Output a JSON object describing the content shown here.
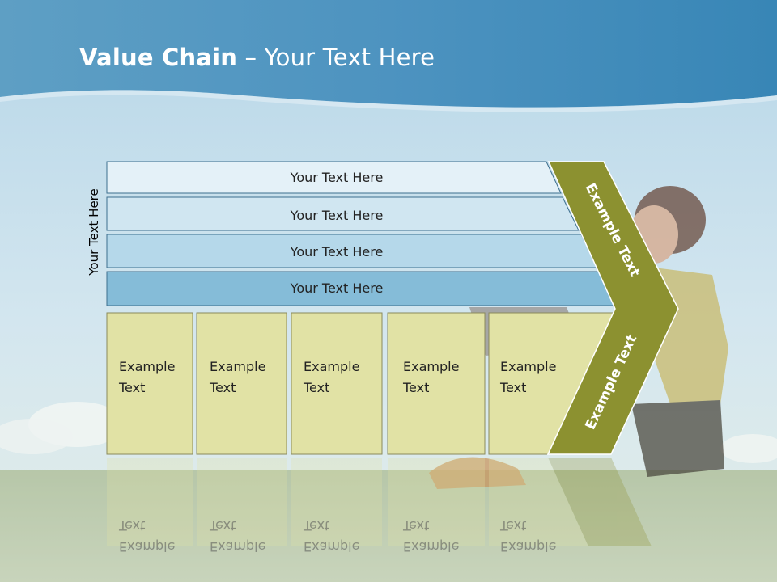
{
  "slide": {
    "title_bold": "Value Chain",
    "title_rest": " – Your Text Here",
    "side_label": "Your Text Here"
  },
  "bars": [
    {
      "label": "Your Text Here",
      "color": "#e4f1f8"
    },
    {
      "label": "Your Text Here",
      "color": "#d0e6f1"
    },
    {
      "label": "Your Text Here",
      "color": "#b5d8ea"
    },
    {
      "label": "Your Text Here",
      "color": "#85bcd8"
    }
  ],
  "boxes": [
    {
      "line1": "Example",
      "line2": "Text"
    },
    {
      "line1": "Example",
      "line2": "Text"
    },
    {
      "line1": "Example",
      "line2": "Text"
    },
    {
      "line1": "Example",
      "line2": "Text"
    },
    {
      "line1": "Example",
      "line2": "Text"
    }
  ],
  "chevron": {
    "upper_label": "Example Text",
    "lower_label": "Example Text",
    "color": "#8c9130"
  },
  "colors": {
    "header": "#3b8fbd",
    "box_fill": "#e1e2a5",
    "outline": "#3d6f8e"
  }
}
